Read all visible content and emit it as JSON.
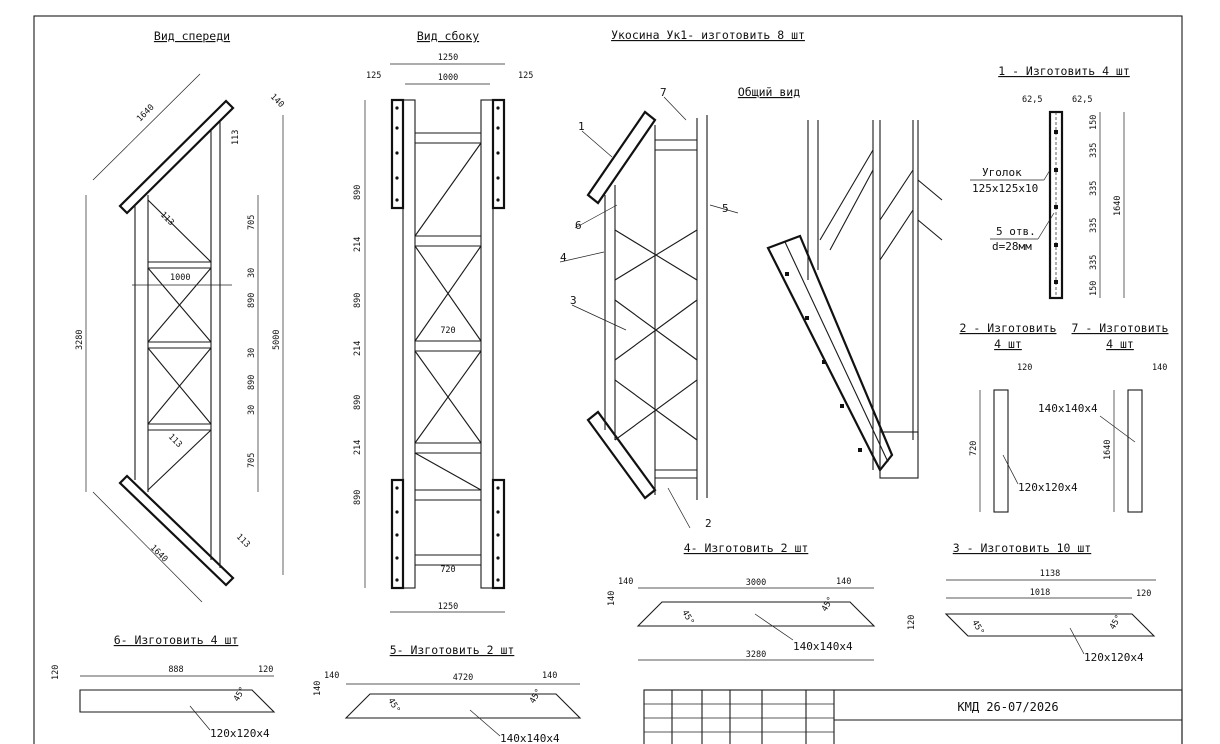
{
  "views": {
    "front": "Вид спереди",
    "side": "Вид сбоку",
    "brace": "Укосина Ук1- изготовить 8 шт",
    "general": "Общий вид"
  },
  "parts": {
    "p1": "1 - Изготовить 4 шт",
    "p2a": "2 - Изготовить",
    "p2b": "4 шт",
    "p7a": "7 - Изготовить",
    "p7b": "4 шт",
    "p4": "4- Изготовить 2 шт",
    "p3": "3 - Изготовить 10 шт",
    "p6": "6- Изготовить 4 шт",
    "p5": "5- Изготовить 2 шт"
  },
  "notes": {
    "angle1": "Уголок",
    "angle2": "125х125х10",
    "holes1": "5 отв.",
    "holes2": "d=28мм",
    "sec140": "140х140х4",
    "sec120": "120х120х4",
    "deg45": "45°"
  },
  "dims": {
    "d1640": "1640",
    "d140": "140",
    "d113": "113",
    "d705": "705",
    "d30": "30",
    "d890": "890",
    "d1000": "1000",
    "d3280": "3280",
    "d5000": "5000",
    "d1250": "1250",
    "d125": "125",
    "d214": "214",
    "d720": "720",
    "d62": "62,5",
    "d150": "150",
    "d335": "335",
    "d120": "120",
    "d3000": "3000",
    "d1138": "1138",
    "d1018": "1018",
    "d888": "888",
    "d4720": "4720"
  },
  "callouts": [
    "1",
    "2",
    "3",
    "4",
    "5",
    "6",
    "7"
  ],
  "title_block": {
    "code": "КМД 26-07/2026"
  }
}
